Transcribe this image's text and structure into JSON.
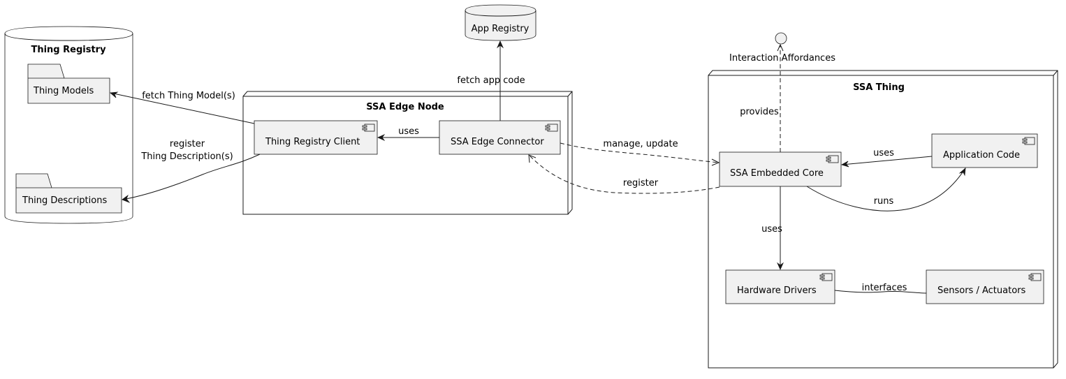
{
  "containers": {
    "thing_registry": "Thing Registry",
    "app_registry": "App Registry",
    "edge_node": "SSA Edge Node",
    "ssa_thing": "SSA Thing"
  },
  "folders": {
    "thing_models": "Thing Models",
    "thing_descriptions": "Thing Descriptions"
  },
  "components": {
    "registry_client": "Thing Registry Client",
    "edge_connector": "SSA Edge Connector",
    "embedded_core": "SSA Embedded Core",
    "application_code": "Application Code",
    "hardware_drivers": "Hardware Drivers",
    "sensors_actuators": "Sensors / Actuators"
  },
  "interface": {
    "label": "Interaction Affordances"
  },
  "edges": {
    "fetch_models": "fetch Thing Model(s)",
    "register_td_line1": "register",
    "register_td_line2": "Thing Description(s)",
    "uses_client": "uses",
    "fetch_app_code": "fetch app code",
    "manage_update": "manage, update",
    "register_core": "register",
    "provides": "provides",
    "uses_app": "uses",
    "runs": "runs",
    "uses_drivers": "uses",
    "interfaces": "interfaces"
  }
}
